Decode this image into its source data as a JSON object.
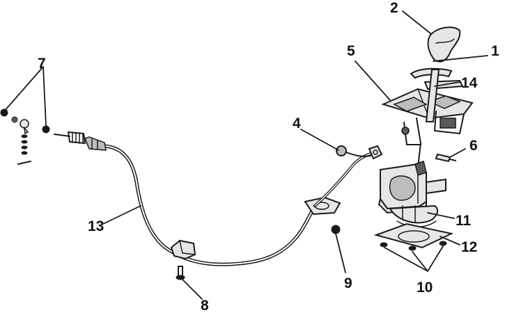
{
  "diagram": {
    "callouts": [
      {
        "id": "c1",
        "label": "1"
      },
      {
        "id": "c2",
        "label": "2"
      },
      {
        "id": "c4",
        "label": "4"
      },
      {
        "id": "c5",
        "label": "5"
      },
      {
        "id": "c6",
        "label": "6"
      },
      {
        "id": "c7",
        "label": "7"
      },
      {
        "id": "c8",
        "label": "8"
      },
      {
        "id": "c9",
        "label": "9"
      },
      {
        "id": "c10",
        "label": "10"
      },
      {
        "id": "c11",
        "label": "11"
      },
      {
        "id": "c12",
        "label": "12"
      },
      {
        "id": "c13",
        "label": "13"
      },
      {
        "id": "c14",
        "label": "14"
      }
    ]
  }
}
